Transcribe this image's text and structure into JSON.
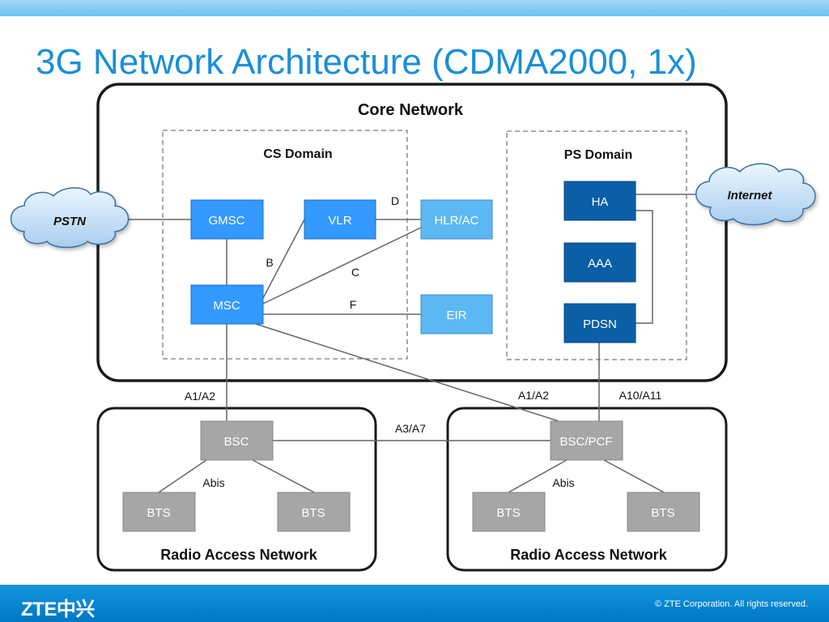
{
  "title": "3G Network Architecture (CDMA2000, 1x)",
  "core": {
    "label": "Core Network",
    "cs_domain": "CS Domain",
    "ps_domain": "PS Domain"
  },
  "nodes": {
    "gmsc": "GMSC",
    "vlr": "VLR",
    "hlr": "HLR/AC",
    "msc": "MSC",
    "eir": "EIR",
    "ha": "HA",
    "aaa": "AAA",
    "pdsn": "PDSN",
    "bsc": "BSC",
    "bsc_pcf": "BSC/PCF",
    "bts_1": "BTS",
    "bts_2": "BTS",
    "bts_3": "BTS",
    "bts_4": "BTS"
  },
  "clouds": {
    "pstn": "PSTN",
    "internet": "Internet"
  },
  "interfaces": {
    "d": "D",
    "b": "B",
    "c": "C",
    "f": "F",
    "a1a2_left": "A1/A2",
    "a1a2_right": "A1/A2",
    "a10a11": "A10/A11",
    "a3a7": "A3/A7",
    "abis_left": "Abis",
    "abis_right": "Abis"
  },
  "ran": {
    "left_label": "Radio Access Network",
    "right_label": "Radio Access Network"
  },
  "footer": {
    "logo": "ZTE中兴",
    "copyright": "© ZTE Corporation. All rights reserved."
  },
  "colors": {
    "title": "#1a8fd6",
    "cs_node": "#3399ff",
    "cs_node_light": "#5cb8f2",
    "ps_node": "#0a5fa8",
    "ran_node": "#a6a6a6",
    "footer": "#0a8ad6"
  }
}
